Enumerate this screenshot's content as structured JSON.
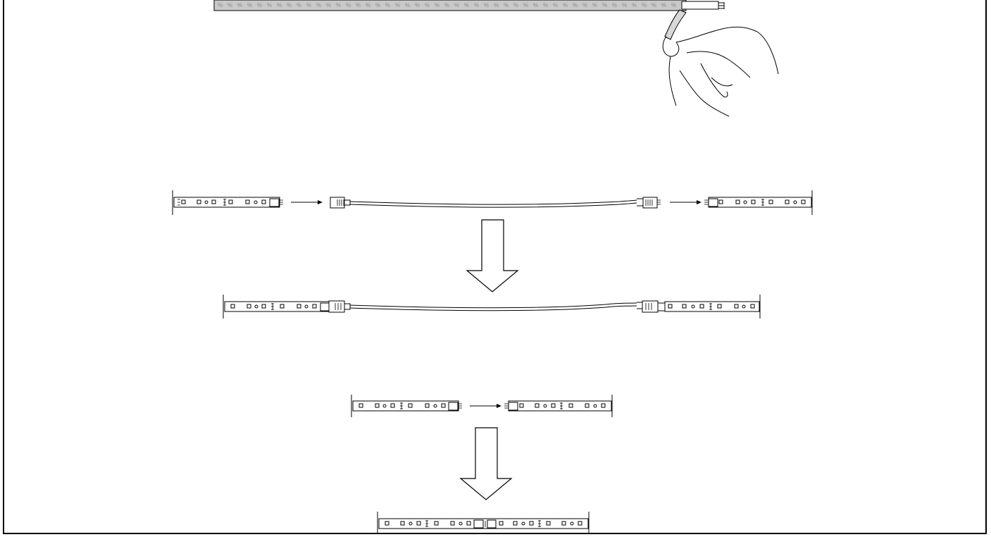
{
  "diagram": {
    "kind": "led-strip-installation-illustration",
    "steps": [
      {
        "name": "peel-adhesive-backing",
        "icon": "hand-peeling-tape-icon"
      },
      {
        "name": "connect-strips-with-extension-cable",
        "icon": "extension-cable-icon"
      },
      {
        "name": "connect-strips-directly",
        "icon": "connector-icon"
      }
    ],
    "colors": {
      "line": "#000000",
      "tape": "#c8c8c8",
      "background": "#ffffff"
    }
  }
}
